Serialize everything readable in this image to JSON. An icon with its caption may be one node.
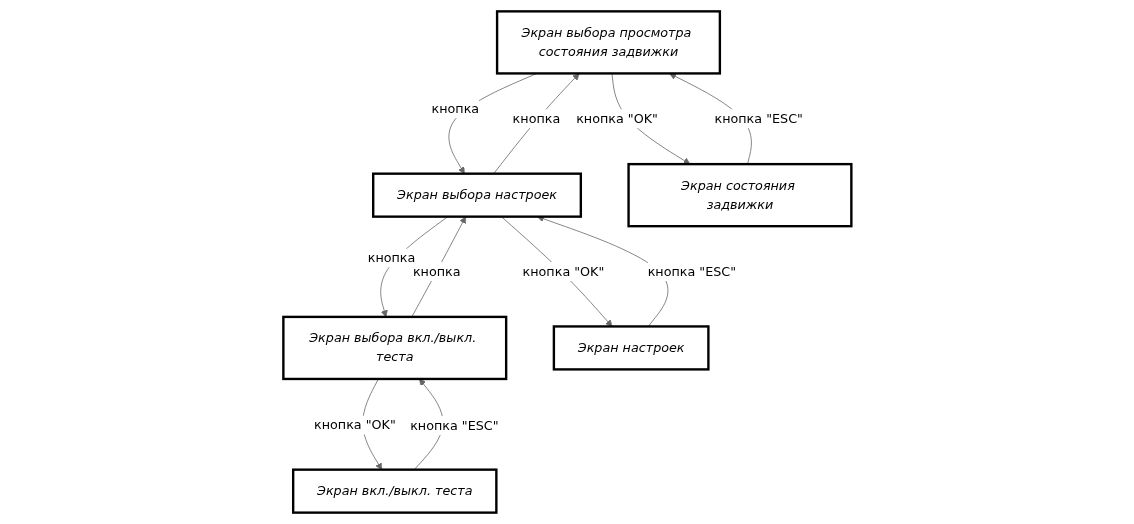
{
  "diagram": {
    "nodes": [
      {
        "text": [
          "Экран выбора просмотра состояния задвижки"
        ]
      },
      {
        "text": [
          "Экран выбора настроек"
        ]
      },
      {
        "text": [
          "Экран выбора вкл./выкл. теста"
        ]
      },
      {
        "text": [
          "Экран состояния задвижки"
        ]
      },
      {
        "text": [
          "Экран настроек"
        ]
      },
      {
        "text": [
          "Экран вкл./выкл. теста"
        ]
      }
    ],
    "edges": [
      {
        "from": 0,
        "to": 1,
        "arrow": "to",
        "label": "кнопка"
      },
      {
        "from": 1,
        "to": 0,
        "arrow": "to",
        "label": "кнопка"
      },
      {
        "from": 1,
        "to": 2,
        "arrow": "to",
        "label": "кнопка"
      },
      {
        "from": 2,
        "to": 1,
        "arrow": "to",
        "label": "кнопка"
      },
      {
        "from": 3,
        "to": 0,
        "arrow": "to",
        "label": "кнопка \"ESC\""
      },
      {
        "from": 0,
        "to": 3,
        "arrow": "to",
        "label": "кнопка \"OK\""
      },
      {
        "from": 4,
        "to": 1,
        "arrow": "to",
        "label": "кнопка \"ESC\""
      },
      {
        "from": 1,
        "to": 4,
        "arrow": "to",
        "label": "кнопка \"OK\""
      },
      {
        "from": 5,
        "to": 2,
        "arrow": "to",
        "label": "кнопка \"ESC\""
      },
      {
        "from": 2,
        "to": 5,
        "arrow": "to",
        "label": "кнопка \"OK\""
      }
    ]
  }
}
